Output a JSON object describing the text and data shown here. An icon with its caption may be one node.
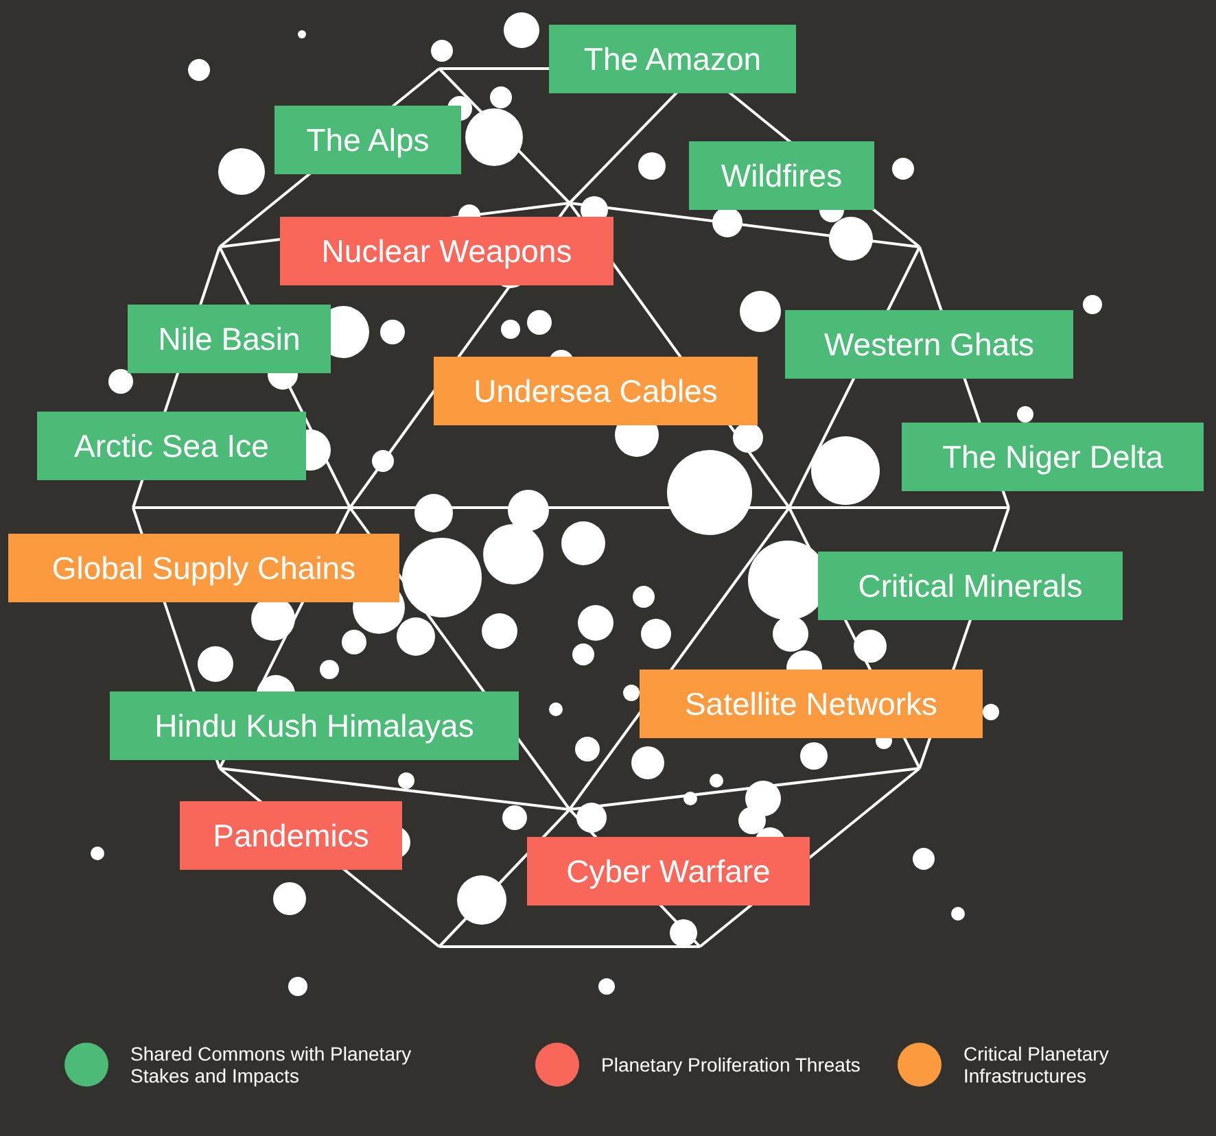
{
  "diagram": {
    "nodes": [
      {
        "text": [
          "The Amazon"
        ]
      },
      {
        "text": [
          "The Alps"
        ]
      },
      {
        "text": [
          "Wildfires"
        ]
      },
      {
        "text": [
          "Nuclear Weapons"
        ]
      },
      {
        "text": [
          "Nile Basin"
        ]
      },
      {
        "text": [
          "Western Ghats"
        ]
      },
      {
        "text": [
          "Undersea Cables"
        ]
      },
      {
        "text": [
          "Arctic Sea Ice"
        ]
      },
      {
        "text": [
          "The Niger Delta"
        ]
      },
      {
        "text": [
          "Global Supply Chains"
        ]
      },
      {
        "text": [
          "Critical Minerals"
        ]
      },
      {
        "text": [
          "Hindu Kush Himalayas"
        ]
      },
      {
        "text": [
          "Satellite Networks"
        ]
      },
      {
        "text": [
          "Pandemics"
        ]
      },
      {
        "text": [
          "Cyber Warfare"
        ]
      }
    ],
    "legend": [
      {
        "text": "Shared Commons with Planetary Stakes and Impacts",
        "color": "#4cbb78"
      },
      {
        "text": "Planetary Proliferation Threats",
        "color": "#f9665a"
      },
      {
        "text": "Critical Planetary Infrastructures",
        "color": "#fb9a3e"
      }
    ]
  }
}
